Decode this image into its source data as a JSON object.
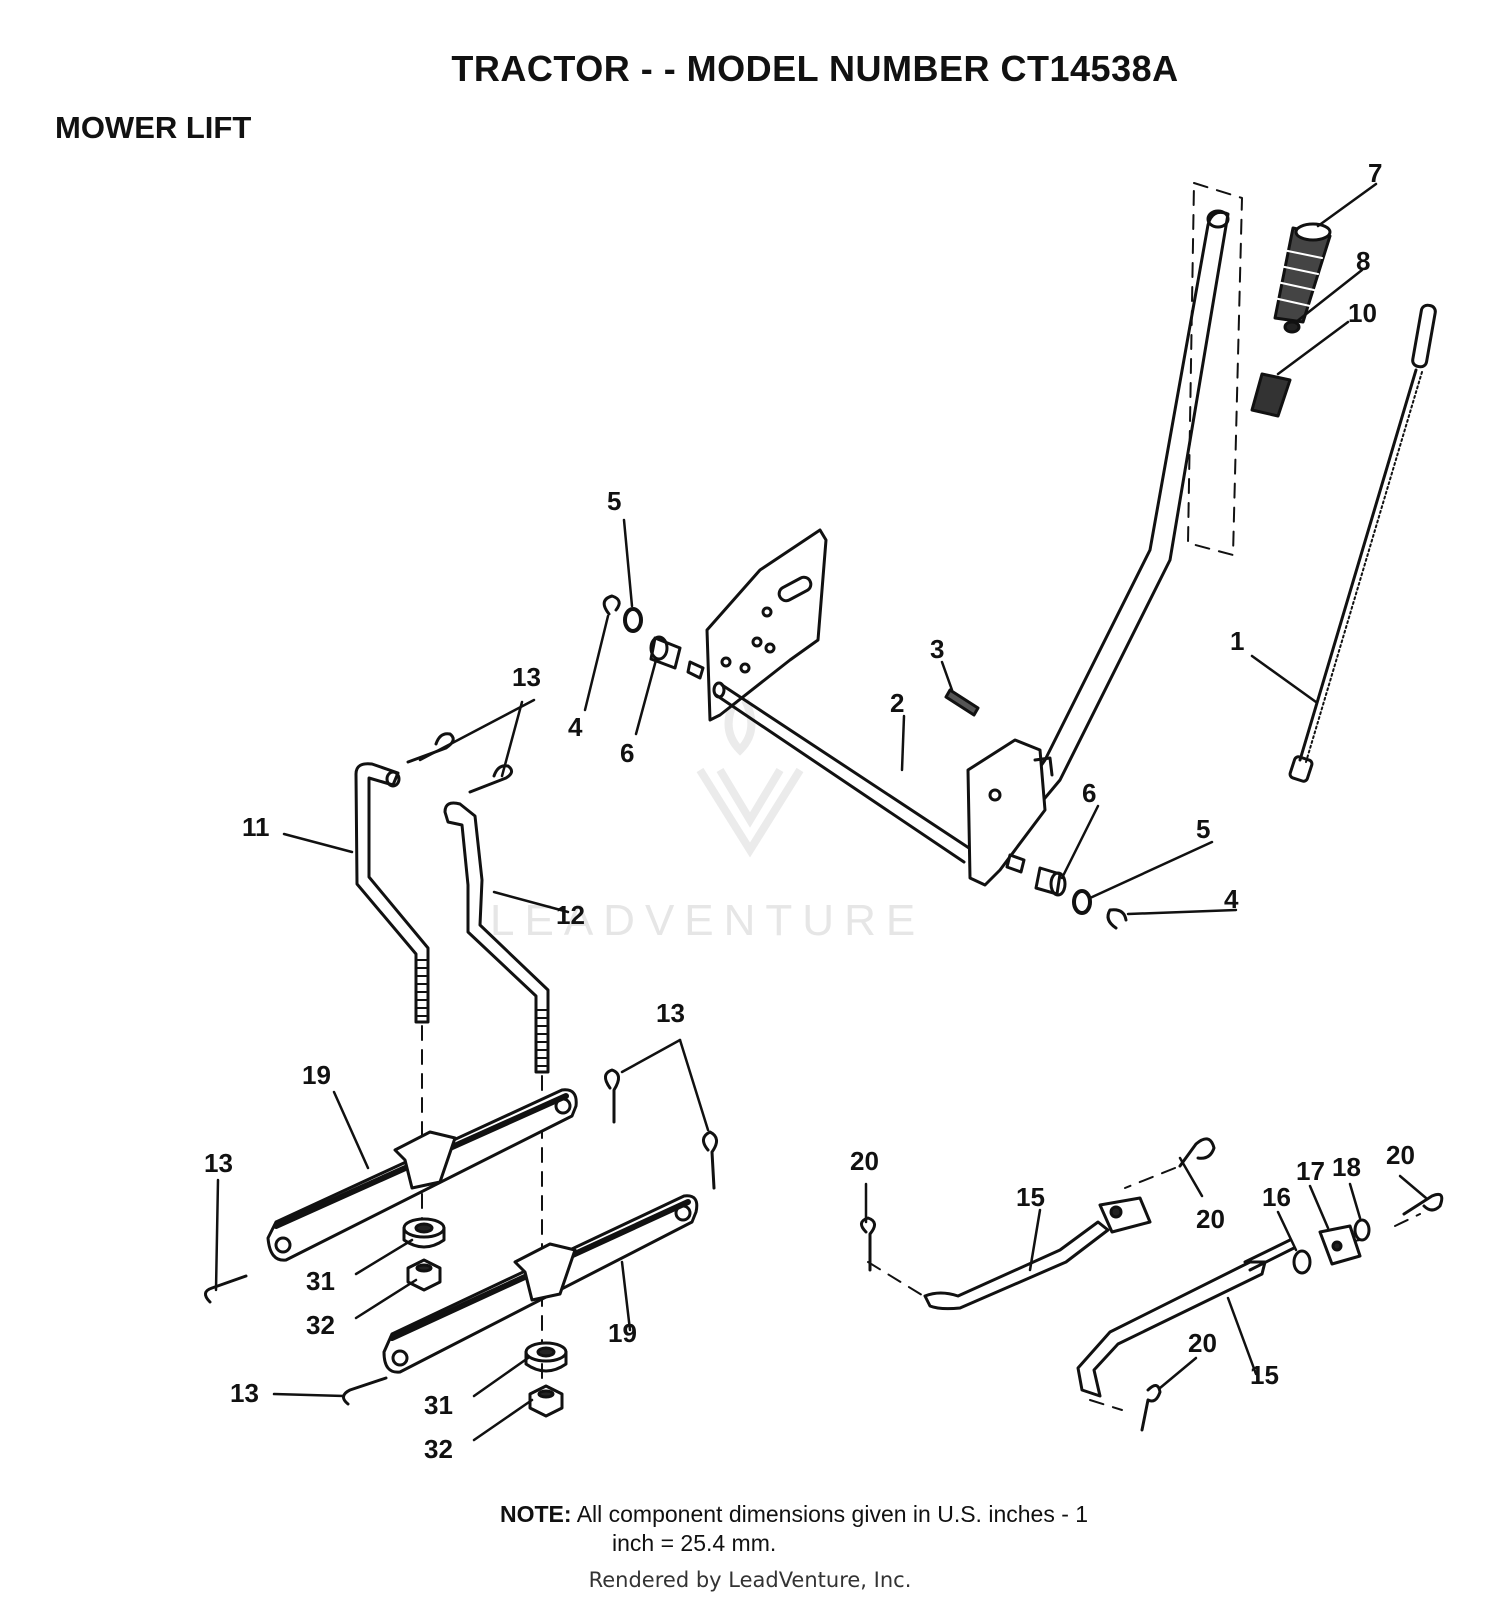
{
  "header": {
    "title": "TRACTOR - - MODEL NUMBER CT14538A",
    "subtitle": "MOWER LIFT"
  },
  "watermark": "LEADVENTURE",
  "callouts": {
    "c7": "7",
    "c8": "8",
    "c10": "10",
    "c1": "1",
    "c5a": "5",
    "c4a": "4",
    "c6a": "6",
    "c3": "3",
    "c2": "2",
    "c6b": "6",
    "c5b": "5",
    "c4b": "4",
    "c13a": "13",
    "c11": "11",
    "c12": "12",
    "c19a": "19",
    "c19b": "19",
    "c13b": "13",
    "c13c": "13",
    "c13d": "13",
    "c31a": "31",
    "c32a": "32",
    "c31b": "31",
    "c32b": "32",
    "c20a": "20",
    "c15a": "15",
    "c20b": "20",
    "c16": "16",
    "c17": "17",
    "c18": "18",
    "c20c": "20",
    "c20d": "20",
    "c15b": "15"
  },
  "footer": {
    "note_label": "NOTE:",
    "note_line1": "All component dimensions given in U.S. inches - 1",
    "note_line2": "inch = 25.4 mm.",
    "rendered_by": "Rendered by LeadVenture, Inc."
  }
}
